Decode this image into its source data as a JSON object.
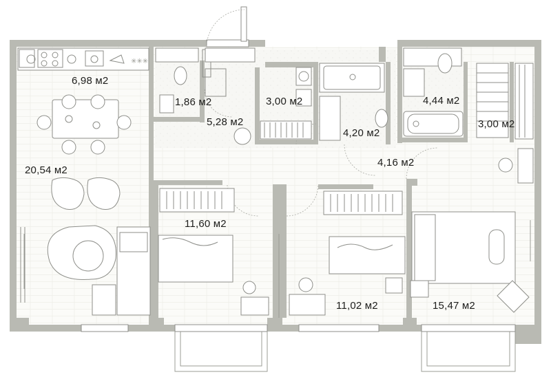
{
  "rooms": [
    {
      "id": "kitchen",
      "area": "6,98 м2"
    },
    {
      "id": "living",
      "area": "20,54 м2"
    },
    {
      "id": "wc",
      "area": "1,86 м2"
    },
    {
      "id": "hall",
      "area": "5,28 м2"
    },
    {
      "id": "storage",
      "area": "3,00 м2"
    },
    {
      "id": "bath1",
      "area": "4,20 м2"
    },
    {
      "id": "bath2",
      "area": "4,44 м2"
    },
    {
      "id": "wardrobe",
      "area": "3,00 м2"
    },
    {
      "id": "corridor",
      "area": "4,16 м2"
    },
    {
      "id": "bedroom1",
      "area": "11,60 м2"
    },
    {
      "id": "bedroom2",
      "area": "11,02 м2"
    },
    {
      "id": "bedroom3",
      "area": "15,47 м2"
    }
  ],
  "colors": {
    "wall": "#b9bab3",
    "floor": "#fbfbf8",
    "line": "#8d8e89",
    "text": "#1d1d1b"
  }
}
